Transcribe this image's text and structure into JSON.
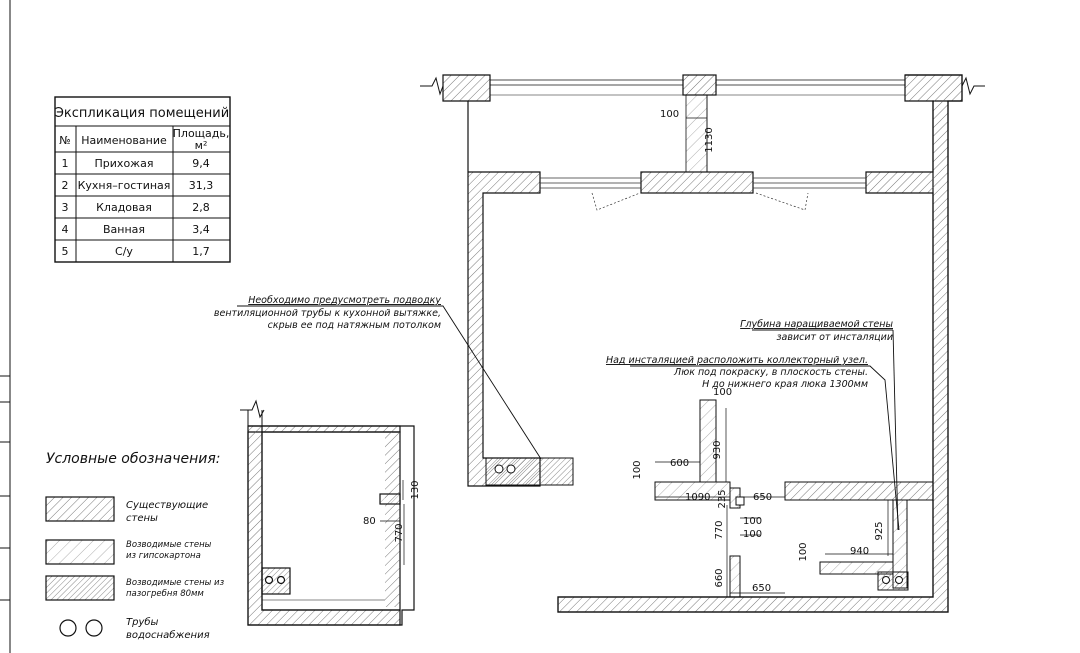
{
  "explication": {
    "title": "Экспликация помещений",
    "headers": {
      "num": "№",
      "name": "Наименование",
      "area": "Площадь,",
      "area_unit": "м²"
    },
    "rows": [
      {
        "num": "1",
        "name": "Прихожая",
        "area": "9,4"
      },
      {
        "num": "2",
        "name": "Кухня–гостиная",
        "area": "31,3"
      },
      {
        "num": "3",
        "name": "Кладовая",
        "area": "2,8"
      },
      {
        "num": "4",
        "name": "Ванная",
        "area": "3,4"
      },
      {
        "num": "5",
        "name": "С/у",
        "area": "1,7"
      }
    ]
  },
  "legend": {
    "title": "Условные обозначения:",
    "existing_line1": "Существующие",
    "existing_line2": "стены",
    "gkl_line1": "Возводимые стены",
    "gkl_line2": "из гипсокартона",
    "pgp_line1": "Возводимые стены из",
    "pgp_line2": "пазогребня 80мм",
    "pipes_line1": "Трубы",
    "pipes_line2": "водоснабжения"
  },
  "notes": {
    "ventilation_line1": "Необходимо предусмотреть подводку",
    "ventilation_line2": "вентиляционной трубы к кухонной вытяжке,",
    "ventilation_line3": "скрыв  ее под натяжным потолком",
    "wall_depth_line1": "Глубина наращиваемой стены",
    "wall_depth_line2": "зависит от инсталяции",
    "collector_line1": "Над инсталяцией расположить коллекторный узел.",
    "collector_line2": "Люк под покраску, в плоскость стены.",
    "collector_line3": "Н до нижнего края люка 1300мм"
  },
  "dimensions": {
    "d100_top": "100",
    "d1130": "1130",
    "d130": "130",
    "d80": "80",
    "d770_left": "770",
    "d100_a": "100",
    "d930": "930",
    "d600": "600",
    "d100_b": "100",
    "d1090": "1090",
    "d235": "235",
    "d650_top": "650",
    "d100_c": "100",
    "d770_right": "770",
    "d100_d": "100",
    "d925": "925",
    "d100_e": "100",
    "d940": "940",
    "d660": "660",
    "d650_bottom": "650"
  },
  "colors": {
    "line": "#111111",
    "hatch": "#444444"
  }
}
